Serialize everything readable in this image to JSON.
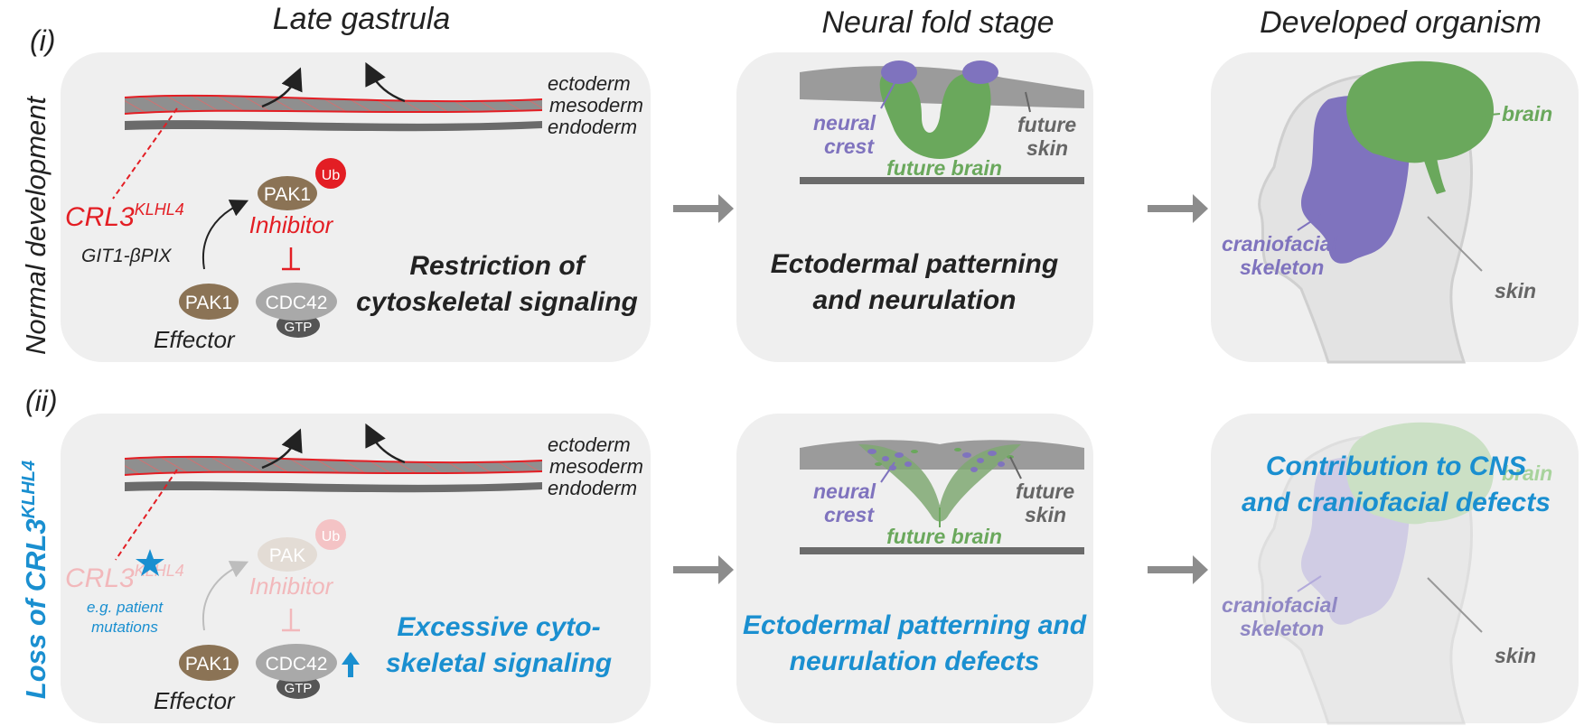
{
  "stages": {
    "late_gastrula": "Late gastrula",
    "neural_fold": "Neural fold stage",
    "developed": "Developed organism"
  },
  "rows": {
    "normal": {
      "roman": "(i)",
      "label": "Normal development"
    },
    "loss": {
      "roman": "(ii)",
      "label_prefix": "Loss of ",
      "label_main": "CRL3",
      "label_sup": "KLHL4"
    }
  },
  "layers": {
    "ectoderm": "ectoderm",
    "mesoderm": "mesoderm",
    "endoderm": "endoderm"
  },
  "signaling": {
    "crl3": "CRL3",
    "klhl4": "KLHL4",
    "git1": "GIT1-βPIX",
    "pak1": "PAK1",
    "pak_faded": "PAK",
    "ub": "Ub",
    "inhibitor": "Inhibitor",
    "cdc42": "CDC42",
    "gtp": "GTP",
    "effector": "Effector",
    "mutations_line1": "e.g. patient",
    "mutations_line2": "mutations"
  },
  "neural": {
    "neural_line1": "neural",
    "neural_line2": "crest",
    "future_brain": "future brain",
    "future_line1": "future",
    "future_line2": "skin"
  },
  "organism": {
    "brain": "brain",
    "cranio_line1": "craniofacial",
    "cranio_line2": "skeleton",
    "skin": "skin"
  },
  "captions": {
    "normal_gastrula_1": "Restriction of",
    "normal_gastrula_2": "cytoskeletal signaling",
    "normal_neural_1": "Ectodermal patterning",
    "normal_neural_2": "and neurulation",
    "loss_gastrula_1": "Excessive cyto-",
    "loss_gastrula_2": "skeletal signaling",
    "loss_neural_1": "Ectodermal patterning and",
    "loss_neural_2": "neurulation defects",
    "loss_organism_1": "Contribution to CNS",
    "loss_organism_2": "and craniofacial defects"
  },
  "colors": {
    "red": "#e31e24",
    "blue": "#1a8fd0",
    "purple": "#7f73be",
    "green": "#6aa85c",
    "brown": "#8b7355",
    "gray_text": "#666666",
    "panel": "#efefef"
  }
}
